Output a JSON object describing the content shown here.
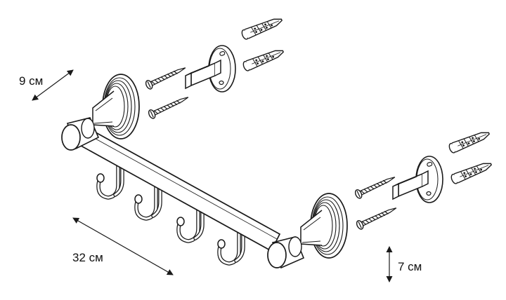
{
  "dimensions": {
    "depth": "9 см",
    "width": "32 см",
    "height": "7 см"
  },
  "parts": {
    "hooks": 4,
    "wall_mounts": 2,
    "screws": 4,
    "wall_plugs": 4
  }
}
